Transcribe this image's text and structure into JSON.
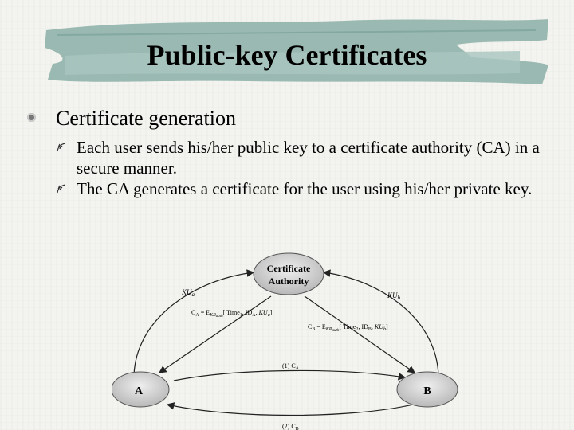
{
  "slide": {
    "title": "Public-key Certificates",
    "bullet": "Certificate generation",
    "sub_bullets": [
      "Each user sends his/her public key to a certificate authority (CA) in a secure manner.",
      "The CA generates a certificate for the user using his/her private key."
    ]
  },
  "diagram": {
    "ca_line1": "Certificate",
    "ca_line2": "Authority",
    "node_a": "A",
    "node_b": "B",
    "ku_a": "KU",
    "ku_a_sub": "a",
    "ku_b": "KU",
    "ku_b_sub": "b",
    "cert_a": "C",
    "cert_a_sub": "A",
    "cert_a_expr": " = E",
    "cert_a_key": "KR",
    "cert_a_key_sub": "auth",
    "cert_a_args": "[ Time",
    "cert_a_args2": "1",
    "cert_a_args3": ", ID",
    "cert_a_args4": "A",
    "cert_a_args5": ", KU",
    "cert_a_args6": "a",
    "cert_a_args7": "]",
    "cert_b": "C",
    "cert_b_sub": "B",
    "cert_b_expr": " = E",
    "cert_b_key": "KR",
    "cert_b_key_sub": "auth",
    "cert_b_args": "[ Time",
    "cert_b_args2": "2",
    "cert_b_args3": ", ID",
    "cert_b_args4": "B",
    "cert_b_args5": ", KU",
    "cert_b_args6": "b",
    "cert_b_args7": "]",
    "msg1": "(1) C",
    "msg1_sub": "A",
    "msg2": "(2) C",
    "msg2_sub": "B"
  },
  "colors": {
    "banner": "#8fb3ab",
    "node_fill": "#d9d9d9"
  }
}
